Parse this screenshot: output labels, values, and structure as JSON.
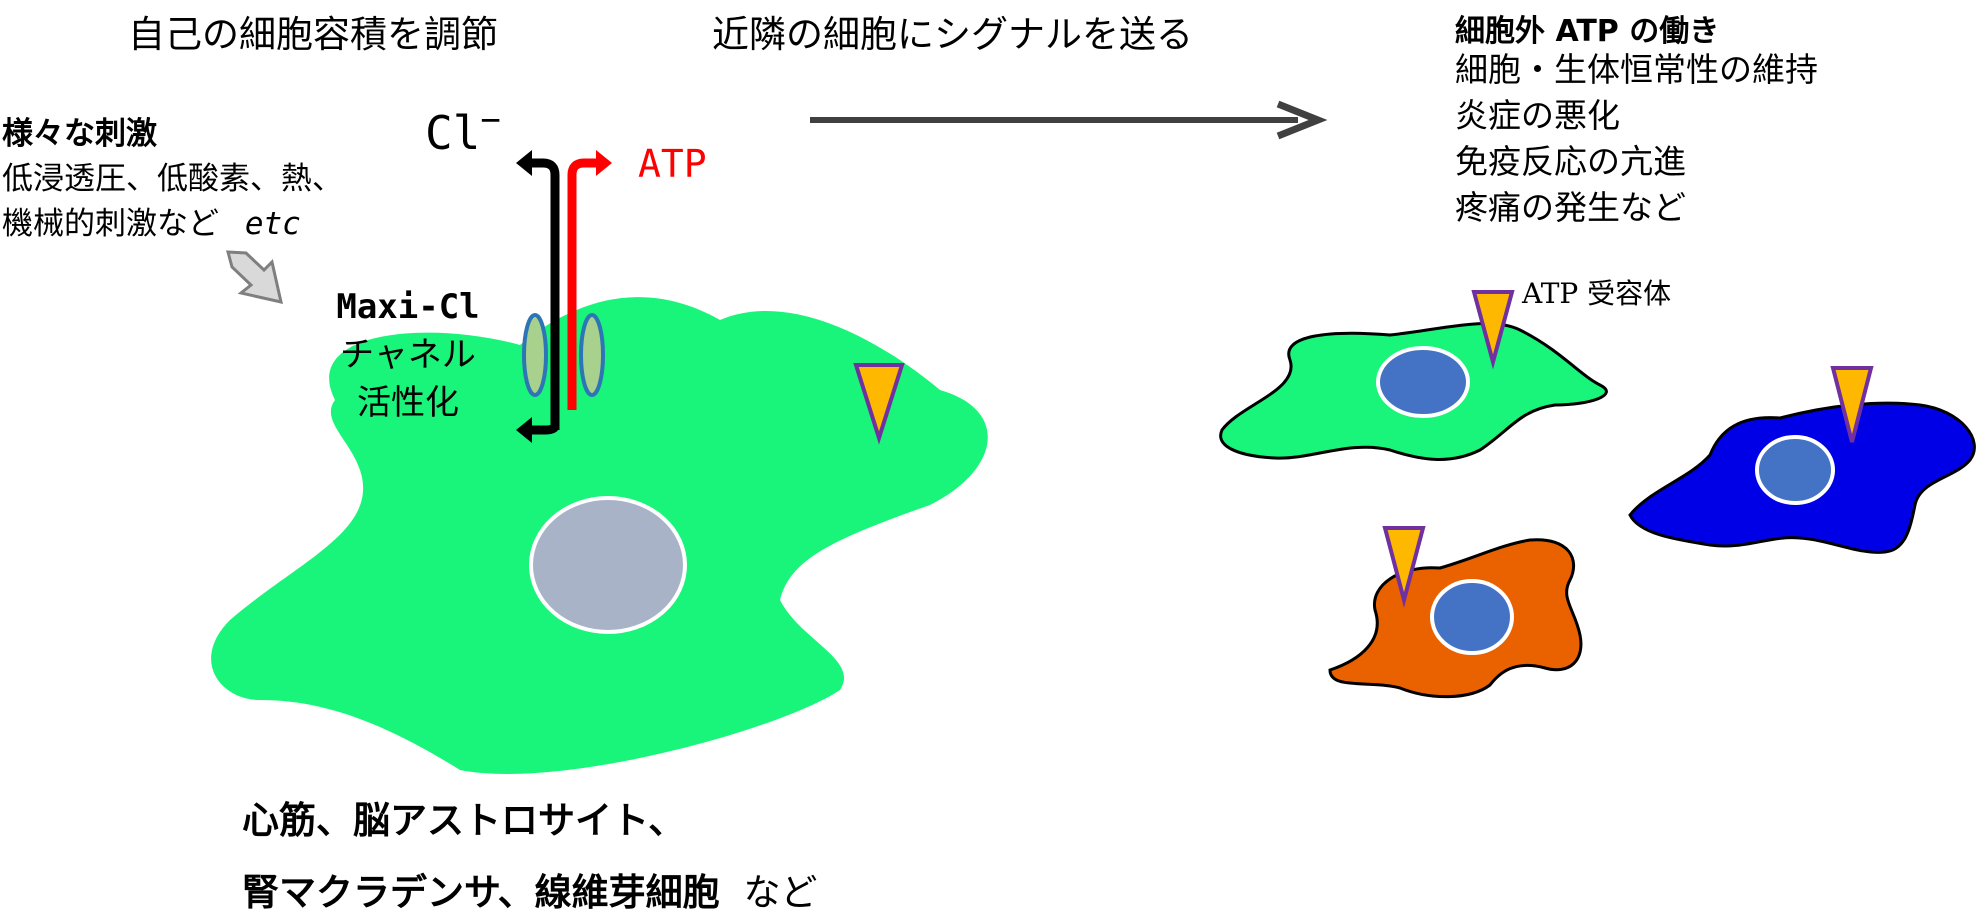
{
  "left_heading": "自己の細胞容積を調節",
  "middle_heading": "近隣の細胞にシグナルを送る",
  "stimuli": {
    "title": "様々な刺激",
    "line1": "低浸透圧、低酸素、熱、",
    "line2_main": "機械的刺激など",
    "line2_etc": "etc"
  },
  "ions": {
    "chloride_symbol": "Cl",
    "chloride_charge": "−",
    "atp_label": "ATP"
  },
  "channel": {
    "line1": "Maxi-Cl",
    "line2": "チャネル",
    "line3": "活性化"
  },
  "cell_types": {
    "line1": "心筋、脳アストロサイト、",
    "line2_main": "腎マクラデンサ、線維芽細胞",
    "line2_tail": "など"
  },
  "atp_functions": {
    "title": "細胞外 ATP の働き",
    "items": [
      "細胞・生体恒常性の維持",
      "炎症の悪化",
      "免疫反応の亢進",
      "疼痛の発生など"
    ]
  },
  "receptor_label": "ATP 受容体",
  "colors": {
    "large_cell": "#19f57a",
    "large_nucleus": "#a9b3c7",
    "green_cell": "#19f57a",
    "blue_cell": "#0000e6",
    "orange_cell": "#ea6100",
    "small_nucleus": "#4472c4",
    "receptor_fill": "#ffb800",
    "receptor_stroke": "#7030a0",
    "atp_red": "#ff0000",
    "arrow_gray": "#404040",
    "channel_fill": "#a9d18e",
    "channel_stroke": "#2e75b6"
  }
}
